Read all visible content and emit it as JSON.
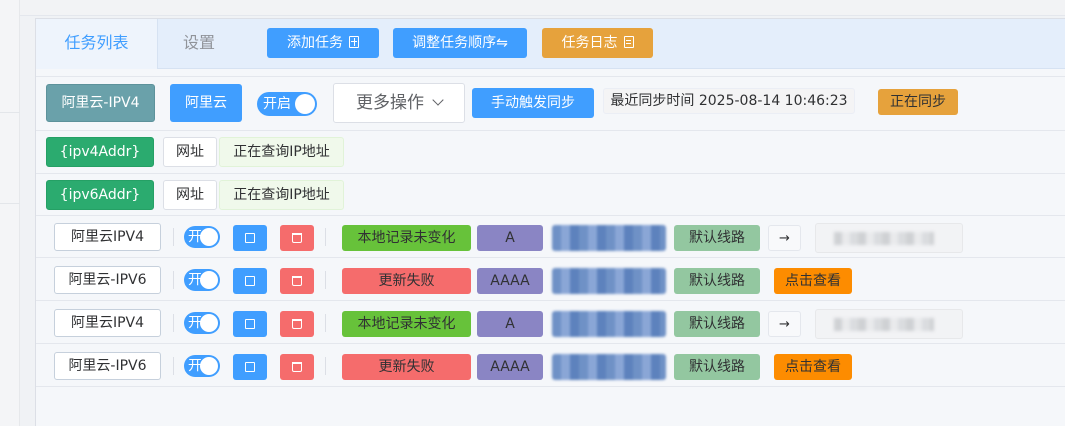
{
  "tabs": {
    "task_list": "任务列表",
    "settings": "设置"
  },
  "toolbar": {
    "add_task": "添加任务",
    "reorder": "调整任务顺序⇋",
    "task_log": "任务日志"
  },
  "task": {
    "name": "阿里云-IPV4",
    "provider": "阿里云",
    "switch_label": "开启",
    "more_actions": "更多操作",
    "manual_sync": "手动触发同步",
    "last_sync": "最近同步时间 2025-08-14 10:46:23",
    "sync_status": "正在同步"
  },
  "ipv4": {
    "var": "{ipv4Addr}",
    "source": "网址",
    "status": "正在查询IP地址"
  },
  "ipv6": {
    "var": "{ipv6Addr}",
    "source": "网址",
    "status": "正在查询IP地址"
  },
  "records": [
    {
      "name": "阿里云IPV4",
      "switch": "开",
      "status": "本地记录未变化",
      "status_kind": "ok",
      "type": "A",
      "line": "默认线路",
      "extra": "→"
    },
    {
      "name": "阿里云-IPV6",
      "switch": "开",
      "status": "更新失败",
      "status_kind": "fail",
      "type": "AAAA",
      "line": "默认线路",
      "extra": "点击查看"
    },
    {
      "name": "阿里云IPV4",
      "switch": "开",
      "status": "本地记录未变化",
      "status_kind": "ok",
      "type": "A",
      "line": "默认线路",
      "extra": "→"
    },
    {
      "name": "阿里云-IPV6",
      "switch": "开",
      "status": "更新失败",
      "status_kind": "fail",
      "type": "AAAA",
      "line": "默认线路",
      "extra": "点击查看"
    }
  ],
  "colors": {
    "primary": "#409eff",
    "warning": "#e6a23c",
    "success": "#67c23a",
    "danger": "#f56c6c"
  }
}
